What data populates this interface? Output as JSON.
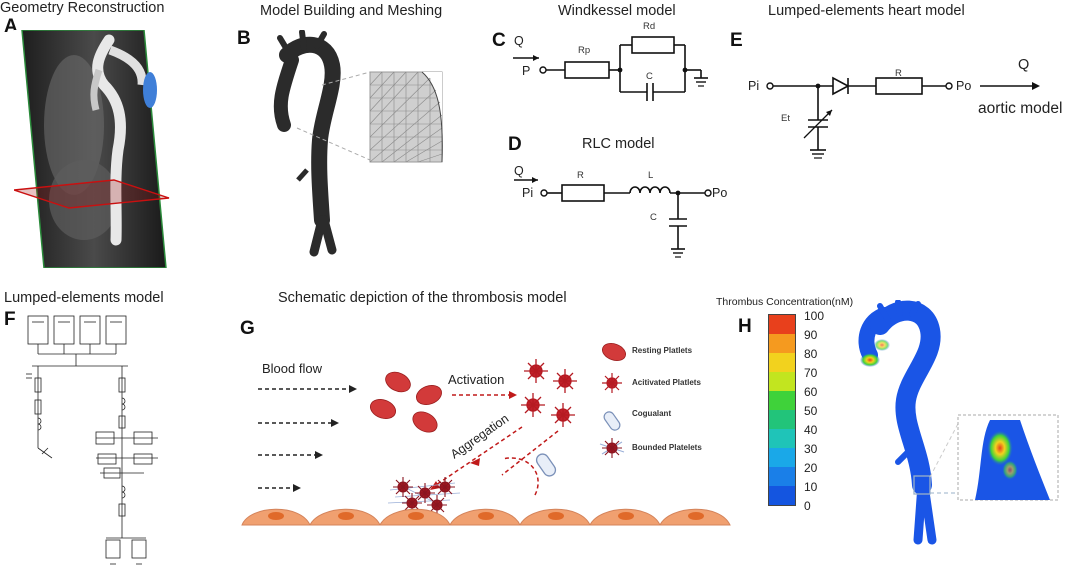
{
  "panels": {
    "A": {
      "letter": "A",
      "title": "Geometry Reconstruction"
    },
    "B": {
      "letter": "B",
      "title": "Model Building and Meshing"
    },
    "C": {
      "letter": "C",
      "title": "Windkessel model",
      "labels": {
        "q": "Q",
        "p": "P",
        "rp": "Rp",
        "rd": "Rd",
        "c": "C"
      }
    },
    "D": {
      "letter": "D",
      "title": "RLC model",
      "labels": {
        "q": "Q",
        "pi": "Pi",
        "po": "Po",
        "r": "R",
        "l": "L",
        "c": "C"
      }
    },
    "E": {
      "letter": "E",
      "title": "Lumped-elements heart model",
      "labels": {
        "pi": "Pi",
        "po": "Po",
        "r": "R",
        "q": "Q",
        "et": "Et",
        "aortic": "aortic model"
      }
    },
    "F": {
      "letter": "F",
      "title": "Lumped-elements model"
    },
    "G": {
      "letter": "G",
      "title": "Schematic depiction of the thrombosis model",
      "blood_flow": "Blood flow",
      "activation": "Activation",
      "aggregation": "Aggregation",
      "legend": [
        "Resting Platlets",
        "Acitivated Platlets",
        "Cogualant",
        "Bounded Platelets"
      ]
    },
    "H": {
      "letter": "H",
      "colorbar_title": "Thrombus Concentration(nM)",
      "ticks": [
        "100",
        "90",
        "80",
        "70",
        "60",
        "50",
        "40",
        "30",
        "20",
        "10",
        "0"
      ],
      "colors": [
        "#e8401c",
        "#f59a1f",
        "#f2d21e",
        "#c2e51f",
        "#3fd23a",
        "#22c47a",
        "#1fc4b8",
        "#1aa8e8",
        "#1a7fe8",
        "#1455e0"
      ]
    }
  },
  "colors": {
    "vessel_blue": "#1a55e6",
    "platelet_red": "#d23a3a",
    "activated_red": "#c0202a",
    "endothelium": "#f0a070"
  }
}
